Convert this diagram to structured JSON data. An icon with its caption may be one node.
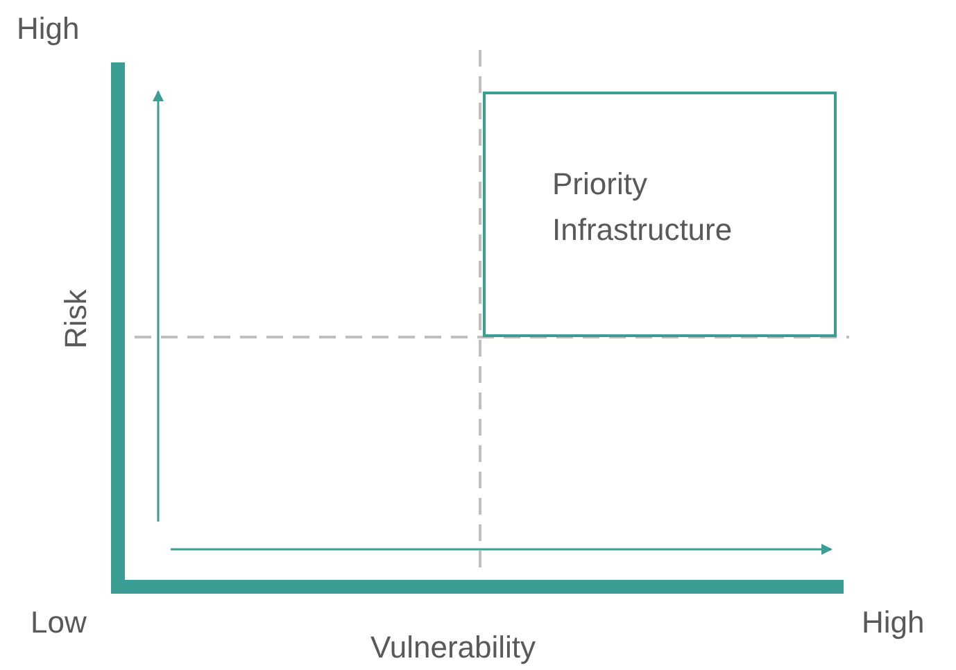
{
  "diagram": {
    "nodes": [
      {
        "text": [
          "Priority Infrastructure"
        ]
      }
    ],
    "edges": [],
    "labels": [
      "High",
      "Risk",
      "Low",
      "Vulnerability",
      "High"
    ]
  }
}
